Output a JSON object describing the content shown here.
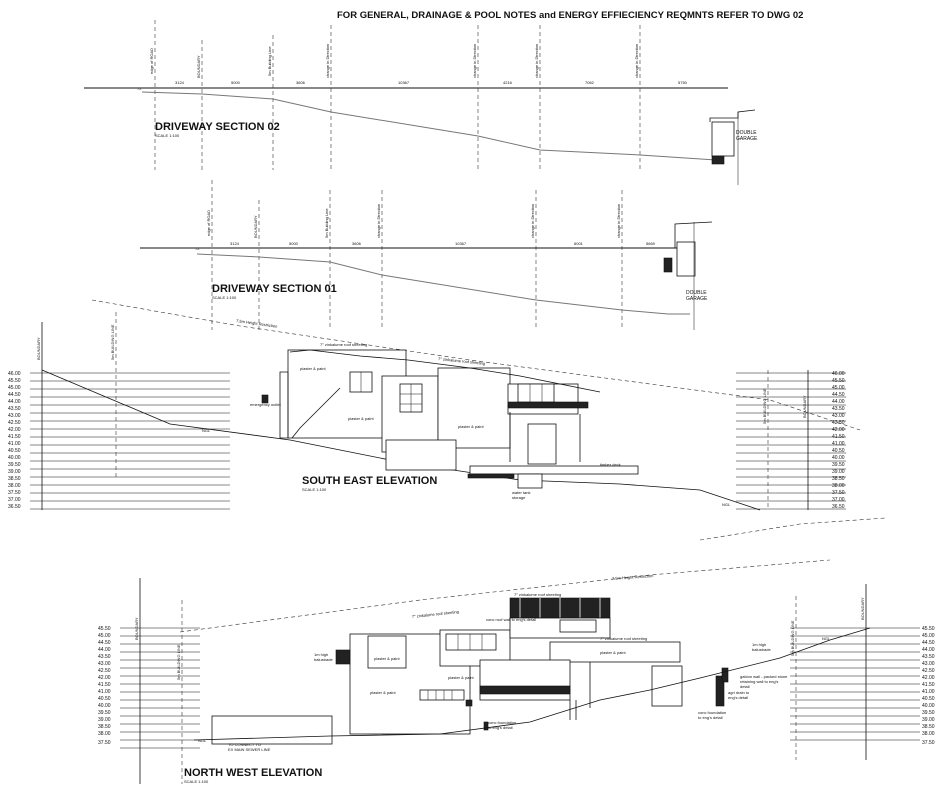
{
  "general_note": "FOR GENERAL, DRAINAGE & POOL NOTES and ENERGY EFFIECIENCY REQMNTS REFER TO DWG 02",
  "driveway_02": {
    "title": "DRIVEWAY SECTION 02",
    "scale": "SCALE 1:100",
    "markers": [
      "edge of ROAD",
      "BOUNDARY",
      "5m Building Line",
      "change in Direction",
      "change in Direction",
      "change in Direction",
      "change in Direction"
    ],
    "dims": [
      "3124",
      "5000",
      "3606",
      "10367",
      "4216",
      "7062",
      "5750"
    ],
    "level_tag": "72",
    "garage": [
      "DOUBLE",
      "GARAGE"
    ]
  },
  "driveway_01": {
    "title": "DRIVEWAY SECTION 01",
    "scale": "SCALE 1:100",
    "markers": [
      "edge of ROAD",
      "BOUNDARY",
      "5m Building Line",
      "change in Direction",
      "change in Direction",
      "change in Direction"
    ],
    "dims": [
      "3124",
      "5000",
      "3606",
      "10367",
      "6001",
      "5669"
    ],
    "level_tag": "72",
    "garage": [
      "DOUBLE",
      "GARAGE"
    ]
  },
  "south_east": {
    "title": "SOUTH EAST ELEVATION",
    "scale": "SCALE 1:100",
    "left_boundary": "BOUNDARY",
    "left_building_line": "5m BUILDING LINE",
    "right_building_line": "5m BUILDING LINE",
    "right_boundary": "BOUNDARY",
    "height_restriction": "7.5m Height Restriction",
    "roof_note_1": "7° zinkalume roof sheeting",
    "roof_note_2": "7° zinkalume roof sheeting",
    "labels": {
      "plaster_1": "plaster & paint",
      "plaster_2": "plaster & paint",
      "plaster_3": "plaster & paint",
      "ngl_left": "NGL",
      "ngl_right": "NGL",
      "water_tank": [
        "water tank",
        "storage"
      ],
      "timber_deck": "timber deck",
      "emergency_outlet": "emergency outlet"
    },
    "levels_left": [
      "46.00",
      "45.50",
      "45.00",
      "44.50",
      "44.00",
      "43.50",
      "43.00",
      "42.50",
      "42.00",
      "41.50",
      "41.00",
      "40.50",
      "40.00",
      "39.50",
      "39.00",
      "38.50",
      "38.00",
      "37.50",
      "37.00",
      "36.50"
    ],
    "levels_right": [
      "46.00",
      "45.50",
      "45.00",
      "44.50",
      "44.00",
      "43.50",
      "43.00",
      "42.50",
      "42.00",
      "41.50",
      "41.00",
      "40.50",
      "40.00",
      "39.50",
      "39.00",
      "38.50",
      "38.00",
      "37.50",
      "37.00",
      "36.50"
    ]
  },
  "north_west": {
    "title": "NORTH WEST ELEVATION",
    "scale": "SCALE 1:100",
    "left_boundary": "BOUNDARY",
    "left_building_line": "5m BUILDING LINE",
    "right_building_line": "5m BUILDING LINE",
    "right_boundary": "BOUNDARY",
    "height_restriction": "7.5m Height Restriction",
    "roof_note_1": "7° zinkalume roof sheeting",
    "roof_note_2": "7° zinkalume roof sheeting",
    "roof_note_3": "7° zinkalume roof sheeting",
    "labels": {
      "plaster_1": "plaster & paint",
      "plaster_2": "plaster & paint",
      "plaster_3": "plaster & paint",
      "plaster_4": "plaster & paint",
      "conc_roof": "conc roof wall to eng's detail",
      "balustrade_left": [
        "1m high",
        "balustrade"
      ],
      "balustrade_right": [
        "1m high",
        "balustrade"
      ],
      "gabion": [
        "gabion wall - packed stone",
        "retaining wall to eng's",
        "detail"
      ],
      "agri_drain": [
        "agri drain to",
        "eng's detail"
      ],
      "conc_foundation_right": [
        "conc foundation",
        "to eng's detail"
      ],
      "conc_foundation_mid": [
        "conc foundation",
        "to eng's detail"
      ],
      "sewer": [
        "TO CONNECT TO",
        "EX MAIN SEWER LINE"
      ],
      "ngl_left": "NGL",
      "ngl_right": "NGL"
    },
    "levels_left": [
      "45.50",
      "45.00",
      "44.50",
      "44.00",
      "43.50",
      "43.00",
      "42.50",
      "42.00",
      "41.50",
      "41.00",
      "40.50",
      "40.00",
      "39.50",
      "39.00",
      "38.50",
      "38.00",
      "37.50"
    ],
    "levels_right": [
      "45.50",
      "45.00",
      "44.50",
      "44.00",
      "43.50",
      "43.00",
      "42.50",
      "42.00",
      "41.50",
      "41.00",
      "40.50",
      "40.00",
      "39.50",
      "39.00",
      "38.50",
      "38.00",
      "37.50"
    ]
  }
}
